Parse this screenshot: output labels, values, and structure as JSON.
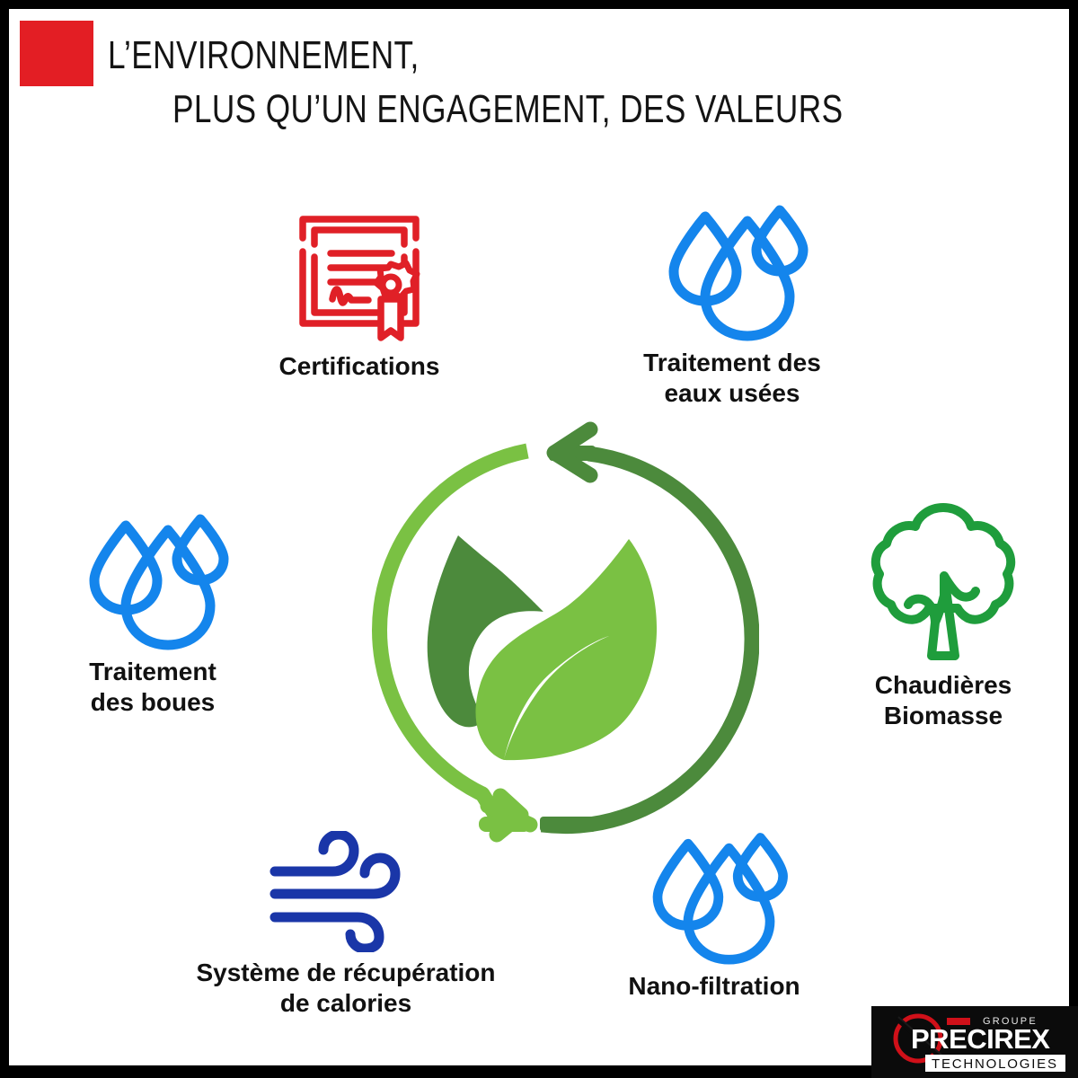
{
  "page": {
    "background_color": "#000000",
    "card_color": "#ffffff"
  },
  "header": {
    "accent_block_color": "#E31E24",
    "accent_block_name": "red-square",
    "title_line_1": "L’ENVIRONNEMENT,",
    "title_line_2": "PLUS QU’UN ENGAGEMENT, DES VALEURS",
    "title_color": "#141414"
  },
  "nodes": [
    {
      "id": "certifications",
      "label": "Certifications",
      "icon": "certificate-icon",
      "icon_color": "#E02027"
    },
    {
      "id": "eaux-usees",
      "label": "Traitement des\neaux usées",
      "icon": "water-drops-icon",
      "icon_color": "#1485EC"
    },
    {
      "id": "boues",
      "label": "Traitement\ndes boues",
      "icon": "water-drops-icon",
      "icon_color": "#1485EC"
    },
    {
      "id": "biomasse",
      "label": "Chaudières\nBiomasse",
      "icon": "tree-icon",
      "icon_color": "#1F9D3C"
    },
    {
      "id": "calories",
      "label": "Système de récupération\nde calories",
      "icon": "wind-icon",
      "icon_color": "#1A36A8"
    },
    {
      "id": "nano",
      "label": "Nano-filtration",
      "icon": "water-drops-icon",
      "icon_color": "#1485EC"
    }
  ],
  "cycle": {
    "name": "recycle-leaf-cycle",
    "arrow_light_color": "#7AC143",
    "arrow_dark_color": "#4C8A3C",
    "leaf_dark_color": "#4C8A3C",
    "leaf_light_color": "#7AC143"
  },
  "brand": {
    "name": "precirex-logo",
    "groupe_text": "GROUPE",
    "main_text": "PRECIREX",
    "sub_text": "TECHNOLOGIES",
    "background_color": "#0b0b0b",
    "accent_color": "#D01019",
    "text_color": "#ffffff"
  }
}
